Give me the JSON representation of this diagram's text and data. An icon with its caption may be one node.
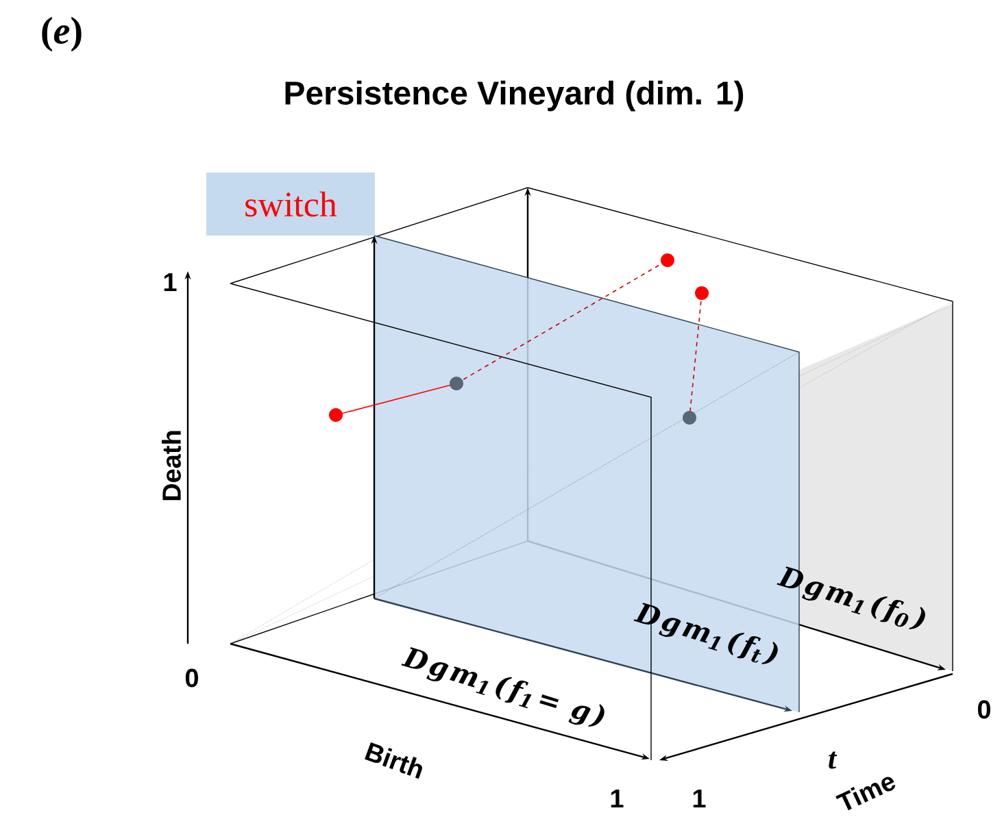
{
  "diagram": {
    "title": "Persistence Vineyard (dim. 1)",
    "nodes": [
      {
        "text": [
          "switch"
        ]
      }
    ],
    "labels": [
      "(*e*)",
      "1",
      "Death",
      "0",
      "Dgm$_{1}$(f$_{0}$)",
      "Dgm$_{1}$(f$_{t}$)",
      "Dgm$_{1}$(f$_{1}$ = g)",
      "0",
      "Birth",
      "t",
      "1",
      "1",
      "Time"
    ]
  }
}
